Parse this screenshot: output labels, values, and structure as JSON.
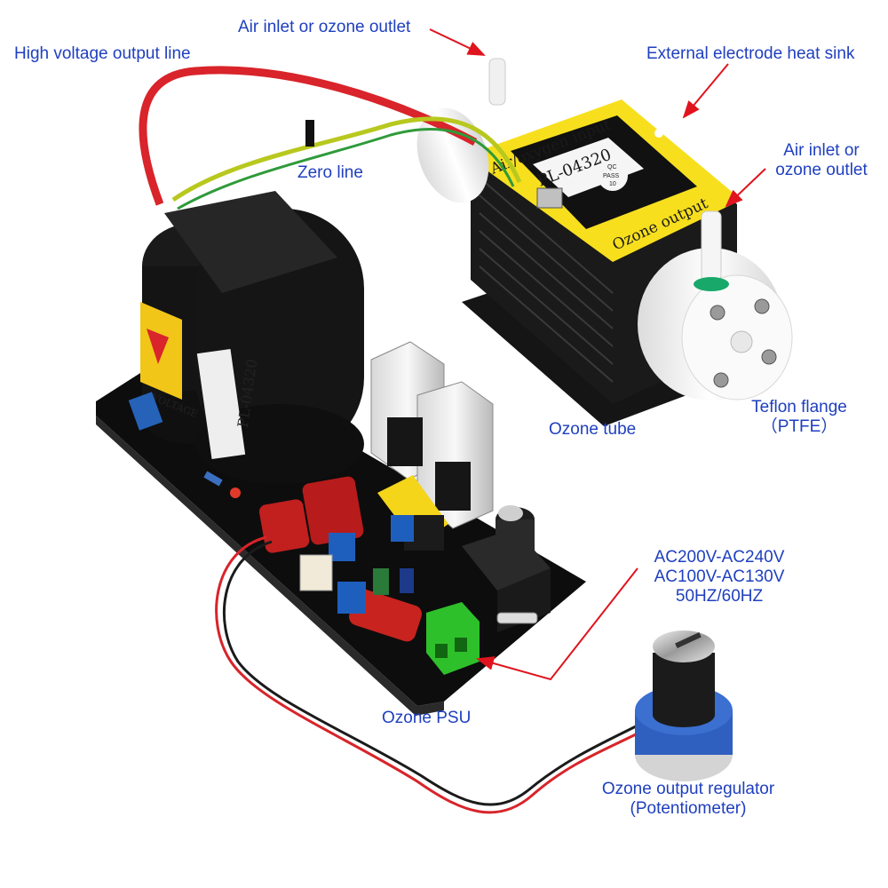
{
  "labels": {
    "air_inlet_top": "Air inlet or ozone outlet",
    "hv_output_line": "High voltage output line",
    "heat_sink": "External electrode heat sink",
    "air_inlet_right_1": "Air inlet or",
    "air_inlet_right_2": "ozone outlet",
    "zero_line": "Zero line",
    "ozone_tube": "Ozone tube",
    "teflon_1": "Teflon flange",
    "teflon_2": "（PTFE）",
    "voltage_1": "AC200V-AC240V",
    "voltage_2": "AC100V-AC130V",
    "voltage_3": "50HZ/60HZ",
    "ozone_psu": "Ozone PSU",
    "regulator_1": "Ozone output regulator",
    "regulator_2": "(Potentiometer)"
  },
  "tube_plate": {
    "input_text": "Air/oxygen input",
    "model": "PL-04320",
    "output_text": "Ozone output",
    "qc_1": "QC",
    "qc_2": "PASS",
    "qc_3": "10"
  },
  "transformer": {
    "model": "PL-04320",
    "warning": "VOLTAGE"
  },
  "colors": {
    "label_text": "#1f3fbf",
    "arrow": "#e0141e",
    "pcb": "#0d0d0d",
    "transformer": "#111111",
    "plate_yellow": "#f7df1e",
    "teflon": "#f4f4f4",
    "heatsink": "#111111",
    "hv_wire": "#d8242a",
    "ground_wire": "#b8c81e",
    "terminal": "#2ec02a",
    "capacitor": "#c21f1f",
    "trimmer": "#1e5fbe"
  },
  "icons": [
    "arrow-icon",
    "cable-tie-icon",
    "screw-icon",
    "knob-icon"
  ]
}
